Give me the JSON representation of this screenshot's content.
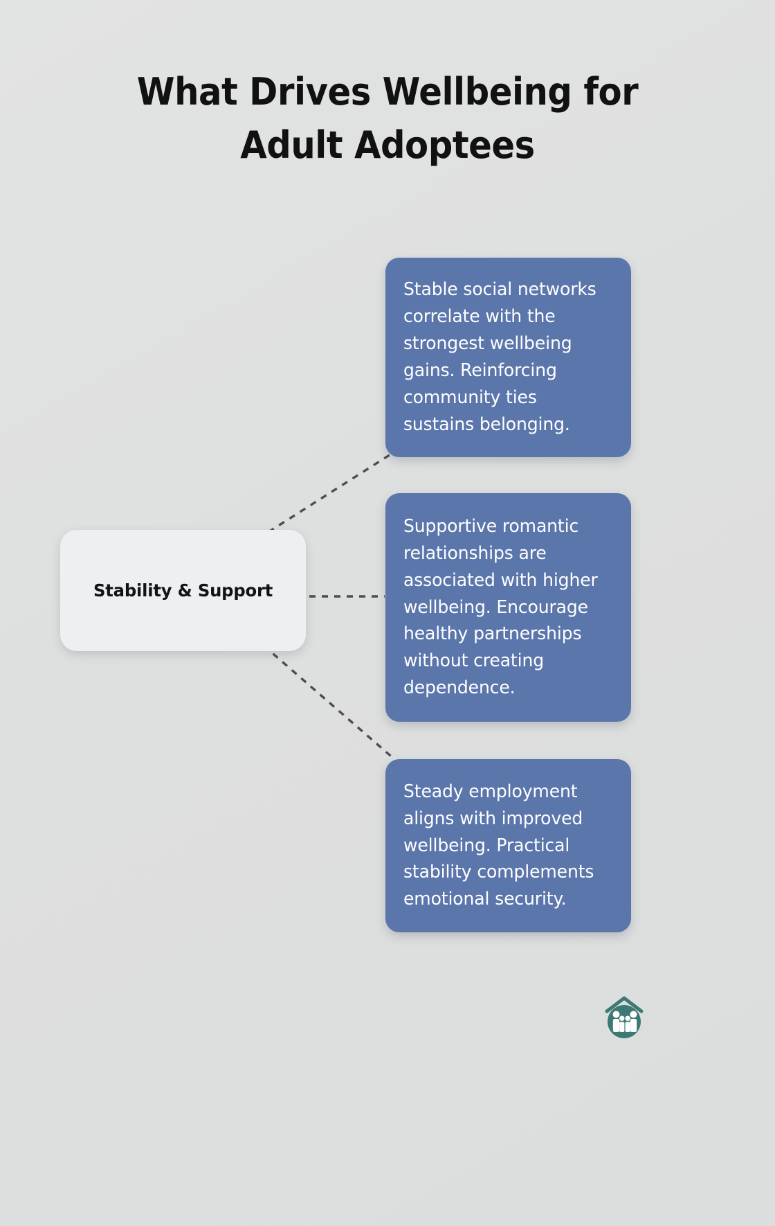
{
  "page": {
    "background_color": "#dfe0e0",
    "title_lines": [
      "What Drives Wellbeing for",
      "Adult Adoptees"
    ],
    "title_full": "What Drives Wellbeing for Adult Adoptees"
  },
  "center_node": {
    "label": "Stability & Support",
    "background_color": "#eeeff0",
    "text_color": "#131313"
  },
  "branches": [
    {
      "id": "social-networks",
      "text": "Stable social networks correlate with the strongest wellbeing gains. Reinforcing community ties sustains belonging.",
      "background_color": "#5b76ab",
      "text_color": "#ffffff"
    },
    {
      "id": "romantic-relationships",
      "text": "Supportive romantic relationships are associated with higher wellbeing. Encourage healthy partnerships without creating dependence.",
      "background_color": "#5b76ab",
      "text_color": "#ffffff"
    },
    {
      "id": "steady-employment",
      "text": "Steady employment aligns with improved wellbeing. Practical stability complements emotional security.",
      "background_color": "#5b76ab",
      "text_color": "#ffffff"
    }
  ],
  "connectors": {
    "style": "dashed",
    "color": "#4d4d4d",
    "count": 3
  },
  "logo": {
    "name": "family-house-logo",
    "brand_color": "#3c7874",
    "figure_color": "#ffffff",
    "description": "Teal circle with house roofline above four white family figures"
  }
}
